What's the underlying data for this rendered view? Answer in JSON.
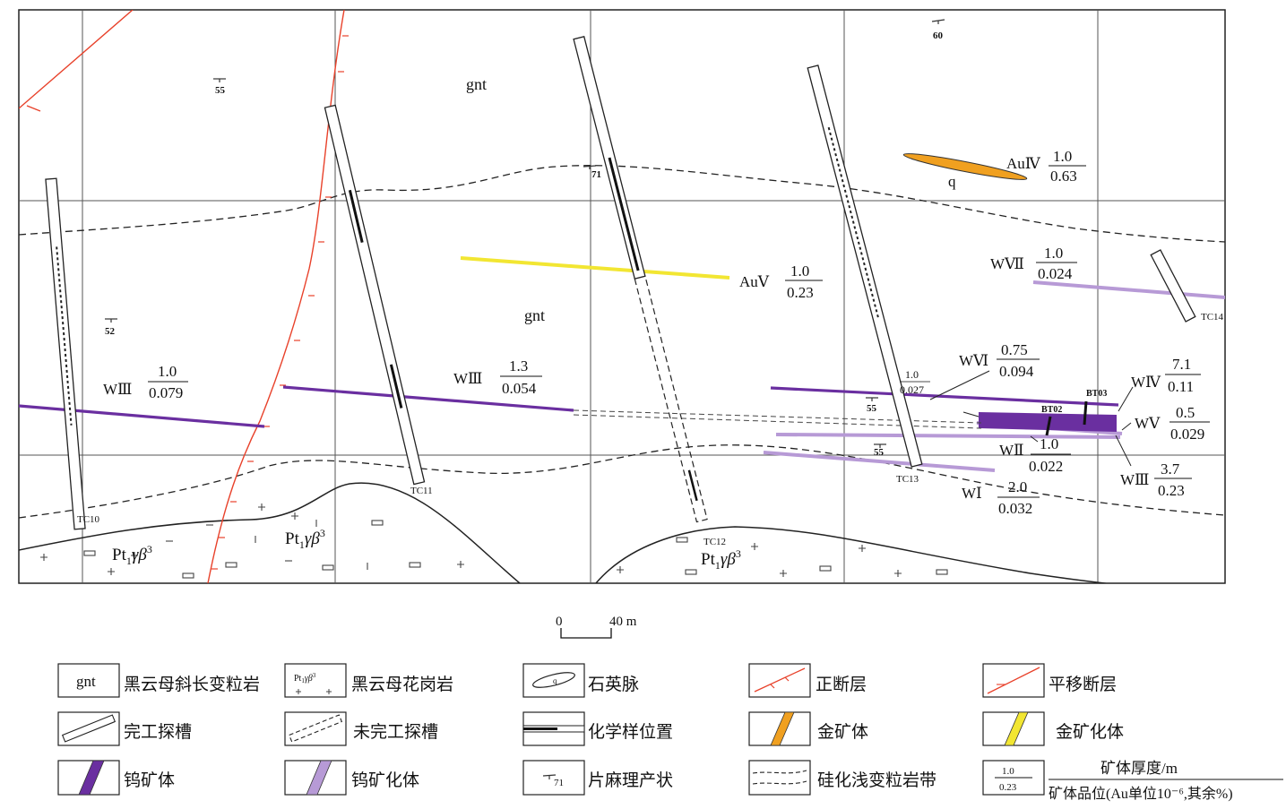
{
  "units": {
    "gnt_top": "gnt",
    "gnt_mid": "gnt",
    "pt1_a": "Pt",
    "pt1_b": "Pt",
    "pt1_c": "Pt",
    "pt_sub": "1",
    "pt_greek": "γβ",
    "pt_sup": "3",
    "q": "q"
  },
  "attitudes": [
    "55",
    "60",
    "71",
    "52",
    "55",
    "55"
  ],
  "trenches": [
    "TC10",
    "TC11",
    "TC12",
    "TC13",
    "TC14"
  ],
  "sample_points": [
    "BT02",
    "BT03"
  ],
  "orebodies": [
    {
      "name": "AuⅣ",
      "thickness": "1.0",
      "grade": "0.63"
    },
    {
      "name": "AuⅤ",
      "thickness": "1.0",
      "grade": "0.23"
    },
    {
      "name": "WⅦ",
      "thickness": "1.0",
      "grade": "0.024"
    },
    {
      "name": "WⅥ",
      "thickness": "0.75",
      "grade": "0.094"
    },
    {
      "name": "WⅣ",
      "thickness": "7.1",
      "grade": "0.11"
    },
    {
      "name": "WⅤ",
      "thickness": "0.5",
      "grade": "0.029"
    },
    {
      "name": "WⅡ",
      "thickness": "1.0",
      "grade": "0.022"
    },
    {
      "name": "WⅢ",
      "thickness": "3.7",
      "grade": "0.23"
    },
    {
      "name": "WⅠ",
      "thickness": "2.0",
      "grade": "0.032"
    },
    {
      "name": "WⅢ",
      "thickness": "1.0",
      "grade": "0.079"
    },
    {
      "name": "WⅢ",
      "thickness": "1.3",
      "grade": "0.054"
    },
    {
      "name": "",
      "thickness": "1.0",
      "grade": "0.027"
    }
  ],
  "scale_bar": {
    "label_start": "0",
    "label_end": "40 m"
  },
  "legend": {
    "items": [
      {
        "label": "黑云母斜长变粒岩",
        "symbol": "gnt"
      },
      {
        "label": "黑云母花岗岩"
      },
      {
        "label": "石英脉",
        "symbol": "q"
      },
      {
        "label": "正断层"
      },
      {
        "label": "平移断层"
      },
      {
        "label": "完工探槽"
      },
      {
        "label": "未完工探槽"
      },
      {
        "label": "化学样位置"
      },
      {
        "label": "金矿体"
      },
      {
        "label": "金矿化体"
      },
      {
        "label": "钨矿体"
      },
      {
        "label": "钨矿化体"
      },
      {
        "label": "片麻理产状",
        "symbol": "71"
      },
      {
        "label": "硅化浅变粒岩带"
      }
    ],
    "ratio": {
      "sample_top": "1.0",
      "sample_bottom": "0.23",
      "top": "矿体厚度/m",
      "bottom": "矿体品位(Au单位10⁻⁶,其余%)"
    }
  },
  "colors": {
    "fault": "#e8412a",
    "gold_body": "#f0a020",
    "gold_mineralized": "#f2e632",
    "tungsten_body": "#6a2fa0",
    "tungsten_mineralized": "#b79ad6"
  }
}
